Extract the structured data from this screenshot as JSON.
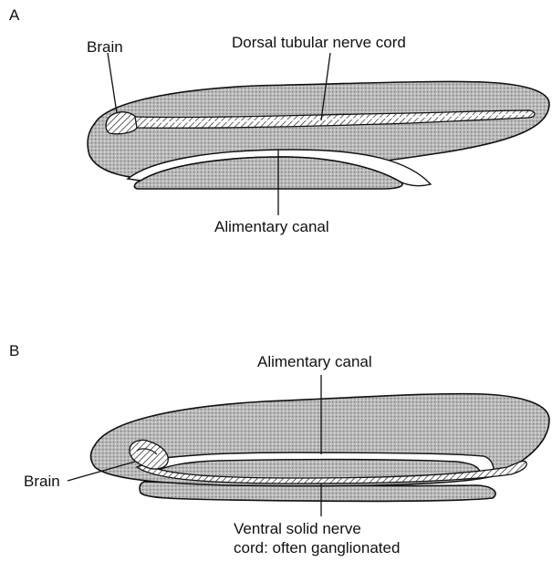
{
  "panels": [
    {
      "id": "A",
      "labels": {
        "brain": "Brain",
        "nerve_cord": "Dorsal tubular nerve cord",
        "canal": "Alimentary canal"
      }
    },
    {
      "id": "B",
      "labels": {
        "canal": "Alimentary canal",
        "brain": "Brain",
        "nerve_cord_line1": "Ventral solid nerve",
        "nerve_cord_line2": "cord: often ganglionated"
      }
    }
  ]
}
